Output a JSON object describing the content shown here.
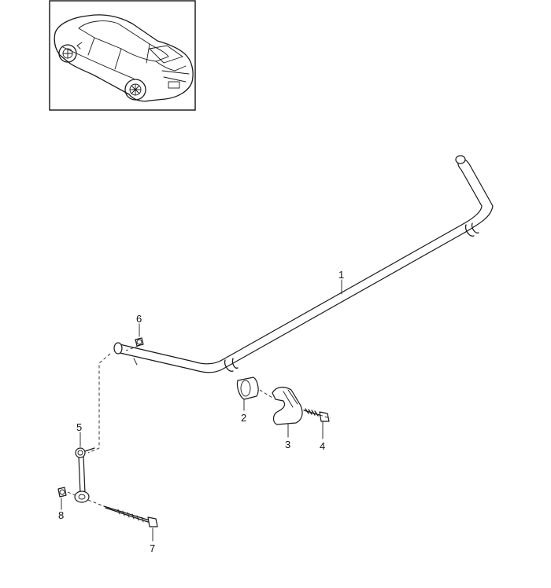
{
  "thumbnail": {
    "description_icon": "car-rear-three-quarter-icon"
  },
  "parts": [
    {
      "number": "1"
    },
    {
      "number": "2"
    },
    {
      "number": "3"
    },
    {
      "number": "4"
    },
    {
      "number": "5"
    },
    {
      "number": "6"
    },
    {
      "number": "7"
    },
    {
      "number": "8"
    }
  ]
}
